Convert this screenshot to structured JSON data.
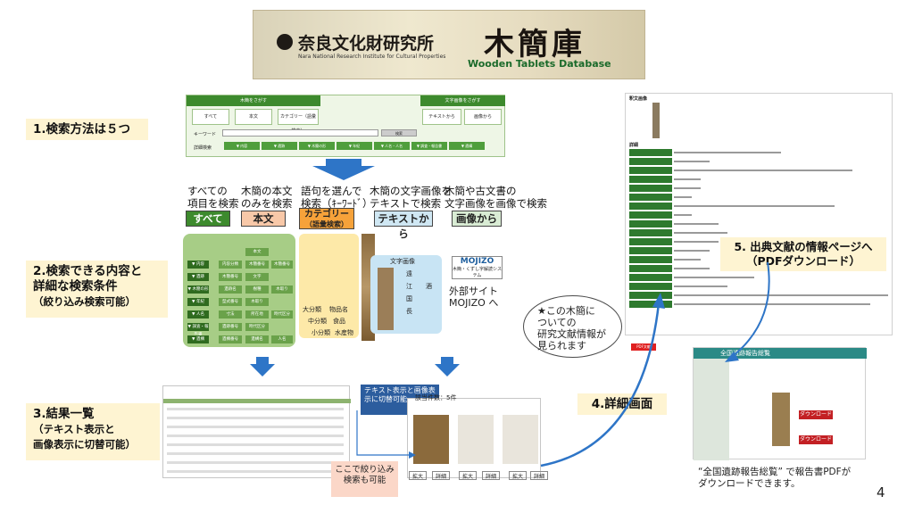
{
  "banner": {
    "institute": "奈良文化財研究所",
    "institute_en": "Nara National Research Institute for Cultural Properties",
    "title": "木簡庫",
    "db_name": "Wooden Tablets Database"
  },
  "labels": {
    "step1": "1.検索方法は５つ",
    "step2_line1": "2.検索できる内容と",
    "step2_line2": "詳細な検索条件",
    "step2_sub": "（絞り込み検索可能）",
    "step3_line1": "3.結果一覧",
    "step3_sub1": "（テキスト表示と",
    "step3_sub2": "画像表示に切替可能）",
    "step4": "4.詳細画面",
    "step5_line1": "5. 出典文献の情報ページへ",
    "step5_line2": "（PDFダウンロード）"
  },
  "search_ui": {
    "left_header": "木簡をさがす",
    "right_header": "文字画像をさがす",
    "tab_all": "すべて",
    "tab_text": "本文",
    "tab_category": "カテゴリー（語彙検索）",
    "tab_from_text": "テキストから",
    "tab_from_image": "画像から",
    "keyword_label": "キーワード",
    "search_button": "検索",
    "detail_label": "詳細検索",
    "subtabs": [
      "▼ 内容",
      "▼ 遺跡",
      "▼ 木簡の形",
      "▼ 年紀",
      "▼ 人名・人名",
      "▼ 調査・報告書",
      "▼ 遺構"
    ]
  },
  "modes": [
    {
      "desc": [
        "すべての",
        "項目を検索"
      ],
      "button": "すべて"
    },
    {
      "desc": [
        "木簡の本文",
        "のみを検索"
      ],
      "button": "本文"
    },
    {
      "desc": [
        "語句を選んで",
        "検索（ｷｰﾜｰﾄﾞ）"
      ],
      "button": "カテゴリー",
      "button_sub": "（語彙検索）"
    },
    {
      "desc": [
        "木簡の文字画像を",
        "テキストで検索"
      ],
      "button": "テキストから"
    },
    {
      "desc": [
        "木簡や古文書の",
        "文字画像を画像で検索"
      ],
      "button": "画像から"
    }
  ],
  "detail_fields": {
    "left": [
      "▼ 内容",
      "▼ 遺跡",
      "▼ 木簡の形",
      "▼ 年紀",
      "▼ 人名",
      "▼ 調査・報告書",
      "▼ 遺構"
    ],
    "right": [
      "内容分類",
      "木簡番号",
      "遺跡名",
      "型式番号",
      "寸法",
      "遺跡番号",
      "遺構番号",
      "地域"
    ],
    "right2": [
      "本文",
      "木簡番号",
      "文字",
      "樹種",
      "木取り",
      "所在地",
      "時代区分",
      "遺構名",
      "人名"
    ]
  },
  "category_box": {
    "kinds": "大分類",
    "items": "物品名",
    "mid": "中分類",
    "food": "食品",
    "small": "小分類",
    "sea": "水産物"
  },
  "text_box": {
    "title": "文字画像",
    "chars": [
      "遠",
      "江",
      "国",
      "長",
      "酒"
    ]
  },
  "mojizo": {
    "logo": "MOJIZO",
    "sub": "木簡・くずし字解読システム",
    "external": "外部サイト",
    "name": "MOJIZO へ"
  },
  "results": {
    "count_label": "該当件数：5件",
    "inset": "テキスト表示と画像表示に切替可能",
    "filter_note": "ここで絞り込み検索も可能",
    "buttons": [
      "拡大",
      "詳細",
      "拡大",
      "詳細",
      "拡大",
      "詳細"
    ]
  },
  "detail_screen": {
    "header": "釈文画像",
    "section": "詳細",
    "pdf_btn": "PDF文献"
  },
  "note": {
    "lines": [
      "★この木簡に",
      "ついての",
      "研究文献情報が",
      "見られます"
    ]
  },
  "report": {
    "header": "全国遺跡報告総覧",
    "download": "ダウンロード",
    "caption_line1": "“全国遺跡報告総覧” で報告書PDFが",
    "caption_line2": "ダウンロードできます。"
  },
  "page_number": "4",
  "colors": {
    "green": "#3d8a2d",
    "light_green": "#a7cd86",
    "blue_arrow": "#2e75c7",
    "label_bg": "#fef4d2"
  }
}
